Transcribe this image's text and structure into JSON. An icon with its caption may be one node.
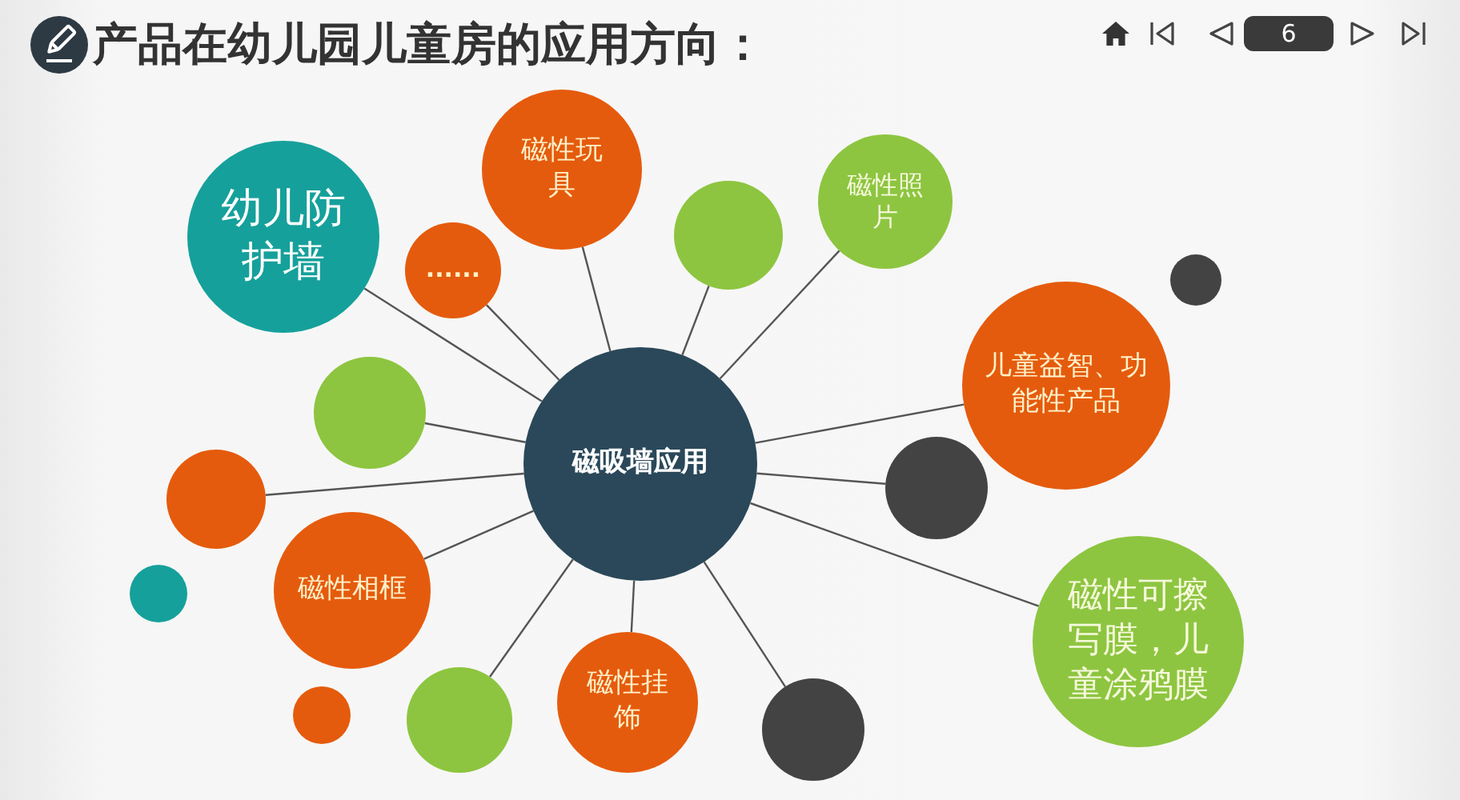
{
  "diagram": {
    "title": "产品在幼儿园儿童房的应用方向：",
    "nodes": [
      {
        "text": [
          "磁吸墙应用"
        ]
      },
      {
        "text": [
          "幼儿防护墙"
        ]
      },
      {
        "text": [
          "......"
        ]
      },
      {
        "text": [
          "磁性玩具"
        ]
      },
      {
        "text": [],
        "shape": "circle"
      },
      {
        "text": [
          "磁性照片"
        ]
      },
      {
        "text": [],
        "shape": "circle"
      },
      {
        "text": [
          "儿童益智、功能性产品"
        ]
      },
      {
        "text": [],
        "shape": "circle"
      },
      {
        "text": [],
        "shape": "circle"
      },
      {
        "text": [],
        "shape": "circle"
      },
      {
        "text": [
          "磁性相框"
        ]
      },
      {
        "text": [],
        "shape": "circle"
      },
      {
        "text": [
          "磁性可擦写膜，儿童涂鸦膜"
        ]
      },
      {
        "text": [],
        "shape": "circle"
      },
      {
        "text": [],
        "shape": "circle"
      },
      {
        "text": [
          "磁性挂饰"
        ]
      },
      {
        "text": [],
        "shape": "circle"
      }
    ],
    "edges": [
      {
        "from": 0,
        "to": 1,
        "arrow": "none"
      },
      {
        "from": 0,
        "to": 2,
        "arrow": "none"
      },
      {
        "from": 0,
        "to": 3,
        "arrow": "none"
      },
      {
        "from": 0,
        "to": 4,
        "arrow": "none"
      },
      {
        "from": 0,
        "to": 5,
        "arrow": "none"
      },
      {
        "from": 0,
        "to": 7,
        "arrow": "none"
      },
      {
        "from": 0,
        "to": 8,
        "arrow": "none"
      },
      {
        "from": 0,
        "to": 9,
        "arrow": "none"
      },
      {
        "from": 0,
        "to": 10,
        "arrow": "none"
      },
      {
        "from": 0,
        "to": 11,
        "arrow": "none"
      },
      {
        "from": 0,
        "to": 13,
        "arrow": "none"
      },
      {
        "from": 0,
        "to": 15,
        "arrow": "none"
      },
      {
        "from": 0,
        "to": 16,
        "arrow": "none"
      },
      {
        "from": 0,
        "to": 17,
        "arrow": "none"
      }
    ],
    "labels": [
      "6"
    ]
  }
}
